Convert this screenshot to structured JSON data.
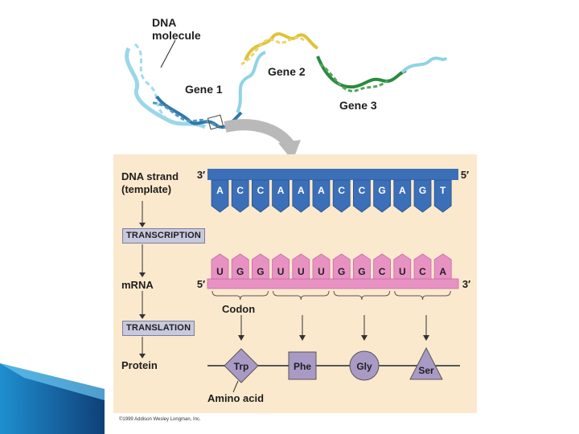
{
  "colors": {
    "panel_bg": "#fbe9cd",
    "dna_blue": "#3b6fb8",
    "mrna_pink": "#e892c4",
    "amino_purple": "#a99ac5",
    "step_box": "#c8c8de",
    "gene1": "#2f78a8",
    "gene2": "#e0c23a",
    "gene3": "#2b8a3e",
    "dna_light": "#8fd3e6",
    "arrow_gray": "#b9b9b9"
  },
  "top": {
    "dna_molecule_label": "DNA molecule",
    "gene1_label": "Gene 1",
    "gene2_label": "Gene 2",
    "gene3_label": "Gene 3"
  },
  "panel": {
    "dna_strand_label_line1": "DNA strand",
    "dna_strand_label_line2": "(template)",
    "dna_end_left": "3′",
    "dna_end_right": "5′",
    "dna_bases": [
      "A",
      "C",
      "C",
      "A",
      "A",
      "A",
      "C",
      "C",
      "G",
      "A",
      "G",
      "T"
    ],
    "transcription_label": "TRANSCRIPTION",
    "mrna_label": "mRNA",
    "mrna_end_left": "5′",
    "mrna_end_right": "3′",
    "mrna_bases": [
      "U",
      "G",
      "G",
      "U",
      "U",
      "U",
      "G",
      "G",
      "C",
      "U",
      "C",
      "A"
    ],
    "codon_label": "Codon",
    "translation_label": "TRANSLATION",
    "protein_label": "Protein",
    "amino_acids": [
      {
        "name": "Trp",
        "shape": "diamond"
      },
      {
        "name": "Phe",
        "shape": "square"
      },
      {
        "name": "Gly",
        "shape": "circle"
      },
      {
        "name": "Ser",
        "shape": "triangle"
      }
    ],
    "amino_acid_label": "Amino acid",
    "copyright": "©1999 Addison Wesley Longman, Inc."
  }
}
